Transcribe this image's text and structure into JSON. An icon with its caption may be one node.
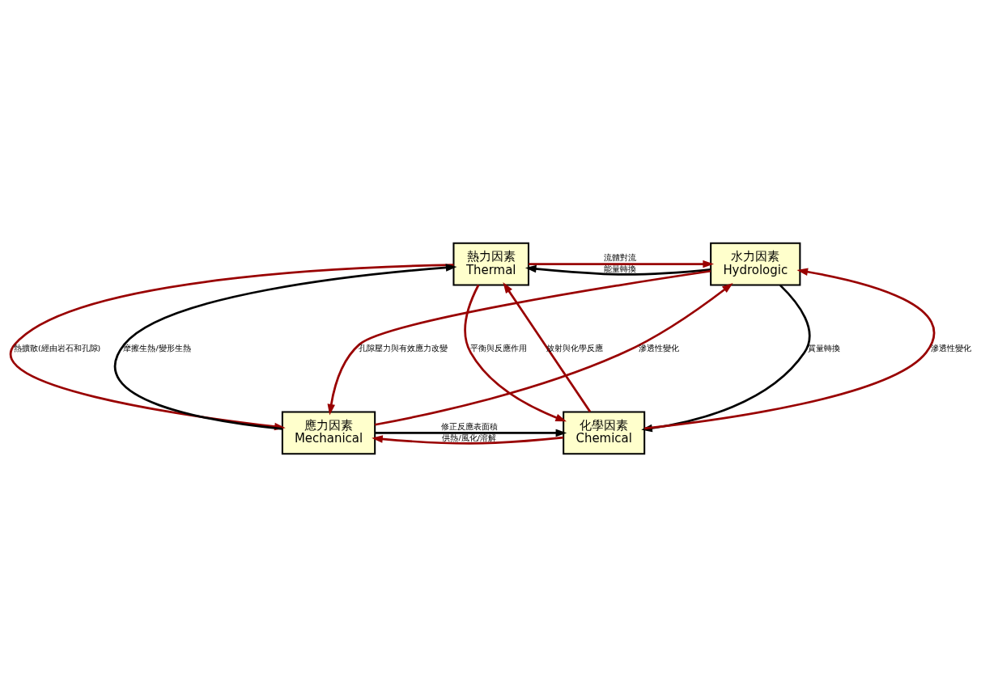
{
  "diagram": {
    "nodes": [
      {
        "text": [
          "熱力因素",
          "Thermal"
        ]
      },
      {
        "text": [
          "水力因素",
          "Hydrologic"
        ]
      },
      {
        "text": [
          "應力因素",
          "Mechanical"
        ]
      },
      {
        "text": [
          "化學因素",
          "Chemical"
        ]
      }
    ],
    "edges": [
      {
        "from": 0,
        "to": 1,
        "arrow": "to",
        "label": "流體對流"
      },
      {
        "from": 1,
        "to": 0,
        "arrow": "to",
        "label": "能量轉換",
        "color": "#000000"
      },
      {
        "from": 2,
        "to": 0,
        "arrow": "to",
        "label": "摩擦生熱/變形生熱",
        "color": "#000000"
      },
      {
        "from": 0,
        "to": 2,
        "arrow": "to",
        "label": "熱擴散(經由岩石和孔隙)"
      },
      {
        "from": 3,
        "to": 0,
        "arrow": "to",
        "label": "放射與化學反應"
      },
      {
        "from": 0,
        "to": 3,
        "arrow": "to",
        "label": "平衡與反應作用"
      },
      {
        "from": 1,
        "to": 2,
        "arrow": "to",
        "label": "孔隙壓力與有效應力改變"
      },
      {
        "from": 2,
        "to": 1,
        "arrow": "to",
        "label": "滲透性變化"
      },
      {
        "from": 3,
        "to": 1,
        "arrow": "to",
        "label": "滲透性變化"
      },
      {
        "from": 1,
        "to": 3,
        "arrow": "to",
        "label": "質量轉換",
        "color": "#000000"
      },
      {
        "from": 2,
        "to": 3,
        "arrow": "to",
        "label": "修正反應表面積",
        "color": "#000000"
      },
      {
        "from": 3,
        "to": 2,
        "arrow": "to",
        "label": "供熱/風化/溶解"
      }
    ]
  }
}
